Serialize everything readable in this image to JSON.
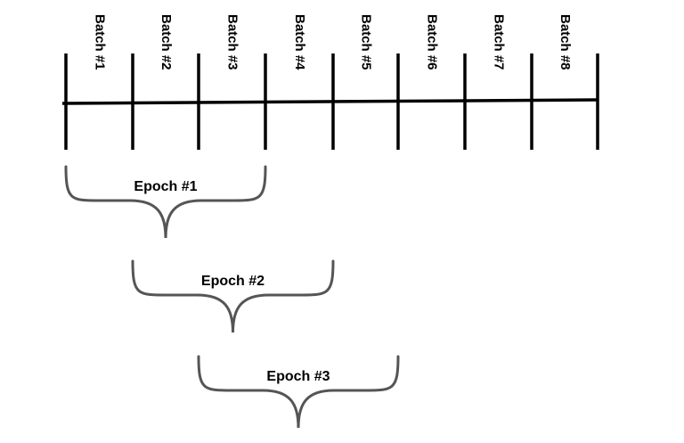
{
  "colors": {
    "timeline": "#000000",
    "brace": "#555555",
    "text": "#000000"
  },
  "batches": [
    "Batch #1",
    "Batch #2",
    "Batch #3",
    "Batch #4",
    "Batch #5",
    "Batch #6",
    "Batch #7",
    "Batch #8"
  ],
  "epochs": [
    {
      "label": "Epoch #1",
      "from_batch": 1,
      "to_batch": 3
    },
    {
      "label": "Epoch #2",
      "from_batch": 2,
      "to_batch": 4
    },
    {
      "label": "Epoch #3",
      "from_batch": 3,
      "to_batch": 5
    }
  ]
}
